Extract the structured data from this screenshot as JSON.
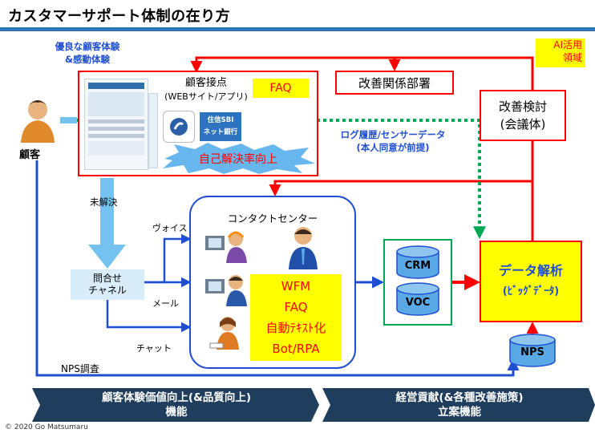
{
  "title": "カスタマーサポート体制の在り方",
  "labels": {
    "experience": [
      "優良な顧客体験",
      "&感動体験"
    ],
    "ai": [
      "AI活用",
      "領域"
    ],
    "customer": "顧客",
    "touchpoint_title": "顧客接点",
    "touchpoint_sub": "(WEBサイト/アプリ)",
    "faq": "FAQ",
    "self_solve": "自己解決率向上",
    "bank_logo": [
      "住信SBI",
      "ネット銀行"
    ],
    "improve_dept": "改善関係部署",
    "review": [
      "改善検討",
      "(会議体)"
    ],
    "log": [
      "ログ履歴/センサーデータ",
      "(本人同意が前提)"
    ],
    "unresolved": "未解決",
    "voice": "ヴォイス",
    "mail": "メール",
    "chat": "チャット",
    "inquiry": [
      "問合せ",
      "チャネル"
    ],
    "contact_center": "コンタクトセンター",
    "cc_items": [
      "WFM",
      "FAQ",
      "自動ﾃｷｽﾄ化",
      "Bot/RPA"
    ],
    "crm": "CRM",
    "voc": "VOC",
    "analysis": [
      "データ解析",
      "(ﾋﾞｯｸﾞﾃﾞｰﾀ)"
    ],
    "nps": "NPS",
    "nps_survey": "NPS調査",
    "band_left": [
      "顧客体験価値向上(&品質向上)",
      "機能"
    ],
    "band_right": [
      "経営貢献(&各種改善施策)",
      "立案機能"
    ],
    "copyright": "© 2020 Go Matsumaru"
  },
  "colors": {
    "blue": "#1f4fd0",
    "red": "#ff0000",
    "green": "#00a651",
    "yellow": "#ffff00",
    "band": "#1f3d5c",
    "rule": "#2e75b6"
  },
  "icons": [
    "person-icon",
    "operator-icon",
    "headset-icon",
    "cylinder-icon"
  ]
}
